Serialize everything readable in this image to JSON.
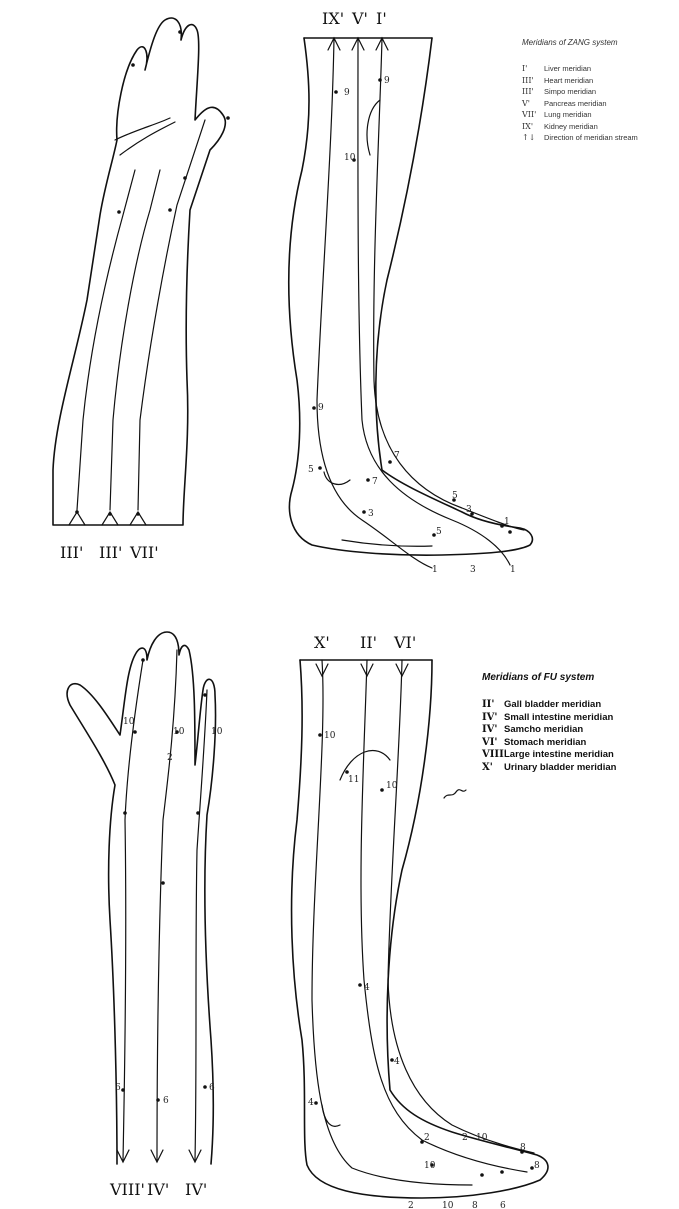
{
  "zang": {
    "title": "Meridians of ZANG system",
    "legend": [
      {
        "code": "I'",
        "label": "Liver meridian"
      },
      {
        "code": "III'",
        "label": "Heart meridian"
      },
      {
        "code": "III'",
        "label": "Simpo meridian"
      },
      {
        "code": "V'",
        "label": "Pancreas meridian"
      },
      {
        "code": "VII'",
        "label": "Lung meridian"
      },
      {
        "code": "IX'",
        "label": "Kidney meridian"
      },
      {
        "code": "↑↓",
        "label": "Direction of meridian stream"
      }
    ],
    "arm_labels": [
      "III'",
      "III'",
      "VII'"
    ],
    "leg_top_labels": [
      "IX'",
      "V'",
      "I'"
    ],
    "leg_foot_numbers": [
      "1",
      "3",
      "1"
    ]
  },
  "fu": {
    "title": "Meridians of FU system",
    "legend": [
      {
        "code": "II'",
        "label": "Gall bladder meridian"
      },
      {
        "code": "IV'",
        "label": "Small intestine meridian"
      },
      {
        "code": "IV'",
        "label": "Samcho meridian"
      },
      {
        "code": "VI'",
        "label": "Stomach meridian"
      },
      {
        "code": "VIII'",
        "label": "Large intestine meridian"
      },
      {
        "code": "X'",
        "label": "Urinary bladder meridian"
      }
    ],
    "arm_labels": [
      "VIII'",
      "IV'",
      "IV'"
    ],
    "leg_top_labels": [
      "X'",
      "II'",
      "VI'"
    ],
    "leg_foot_numbers": [
      "2",
      "10",
      "8",
      "6"
    ]
  }
}
